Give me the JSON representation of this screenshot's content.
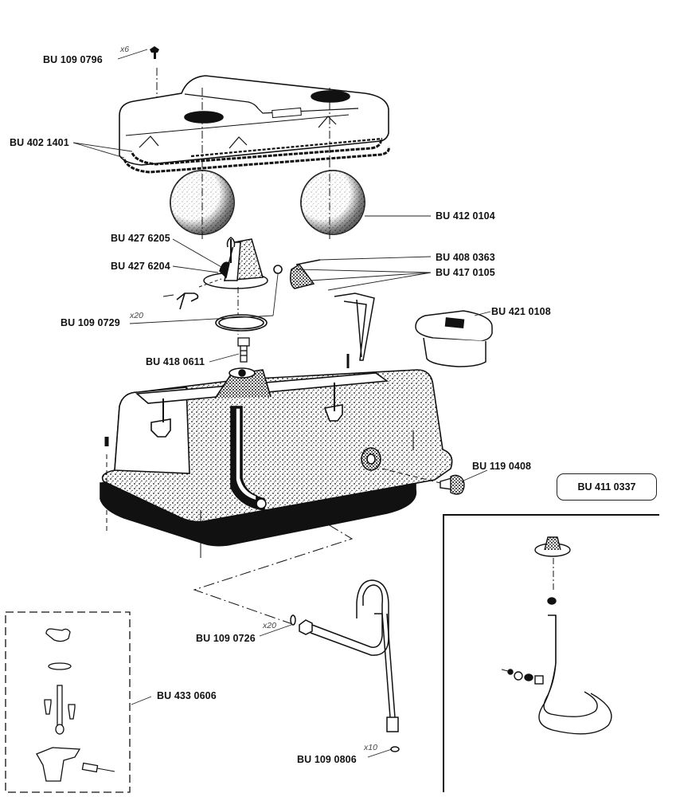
{
  "diagram": {
    "type": "exploded-parts-diagram",
    "subject": "Toilet tank assembly with float, valve, lid and flush pipe",
    "callouts": {
      "lid_screw": {
        "part_no": "BU 109 0796",
        "qty": "x6"
      },
      "lid_gaskets": {
        "part_no": "BU 402 1401"
      },
      "float_balls": {
        "part_no": "BU 412 0104"
      },
      "valve_body": {
        "part_no": "BU 427 6205"
      },
      "valve_lever": {
        "part_no": "BU 427 6204"
      },
      "seal_ring": {
        "part_no": "BU 109 0729",
        "qty": "x20"
      },
      "hose_connector": {
        "part_no": "BU 418 0611"
      },
      "float_arm_spring": {
        "part_no": "BU 408 0363"
      },
      "float_arm_parts": {
        "part_no": "BU 417 0105"
      },
      "push_button": {
        "part_no": "BU 421 0108"
      },
      "side_plug": {
        "part_no": "BU 119 0408"
      },
      "inset_kit": {
        "part_no": "BU 411 0337"
      },
      "pipe_oring": {
        "part_no": "BU 109 0726",
        "qty": "x20"
      },
      "hinge_kit": {
        "part_no": "BU 433 0606"
      },
      "pipe_end_oring": {
        "part_no": "BU 109 0806",
        "qty": "x10"
      }
    },
    "parts": [
      "lid-screw",
      "tank-lid",
      "lid-gasket",
      "float-ball-left",
      "float-ball-right",
      "flush-valve",
      "valve-lever",
      "seal-ring",
      "hose-connector",
      "float-arm",
      "push-button",
      "tank-body",
      "side-plug",
      "flush-pipe",
      "hinge-kit",
      "inset-valve-assembly"
    ]
  }
}
